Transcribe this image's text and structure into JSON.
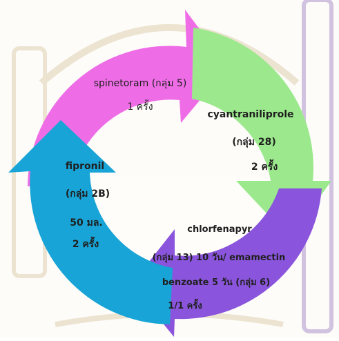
{
  "colors": {
    "pink": "#ee6de6",
    "green": "#9be88d",
    "blue": "#18a4d6",
    "purple": "#8a55dc",
    "watermark": "#c9b27a",
    "watermark_purple": "#7e55a8"
  },
  "steps": [
    {
      "id": "pink",
      "line1": "spinetoram (กลุ่ม 5)",
      "line2": "1 ครั้ง"
    },
    {
      "id": "green",
      "line1": "cyantraniliprole",
      "line2": "(กลุ่ม 28)",
      "line3": "2 ครั้ง"
    },
    {
      "id": "purple",
      "line1": "chlorfenapyr",
      "line2": "(กลุ่ม 13) 10 วัน/ emamectin",
      "line3": "benzoate 5 วัน (กลุ่ม 6)",
      "line4": "1/1 ครั้ง"
    },
    {
      "id": "blue",
      "line1": "fipronil",
      "line2": "(กลุ่ม 2B)",
      "line3": "50 มล.",
      "line4": "2 ครั้ง"
    }
  ]
}
